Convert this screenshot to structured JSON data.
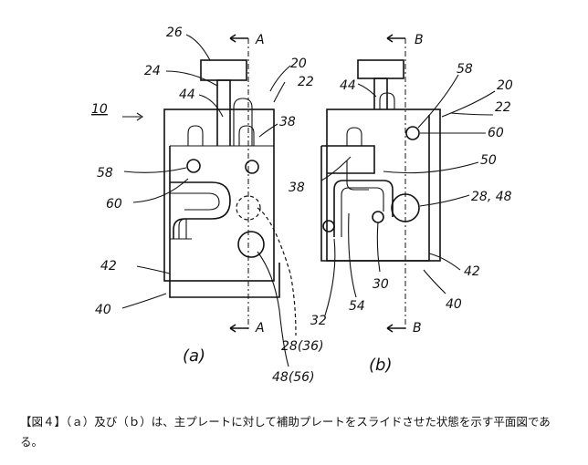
{
  "figure": {
    "labels": {
      "n10": "10",
      "n26": "26",
      "n24": "24",
      "n44a": "44",
      "n20a": "20",
      "n22a": "22",
      "n38a": "38",
      "n58a": "58",
      "n60a": "60",
      "n42a": "42",
      "n40a": "40",
      "n28_36": "28(36)",
      "n48_56": "48(56)",
      "secA_top": "A",
      "secA_bot": "A",
      "part_a": "(a)",
      "n44b": "44",
      "n58b": "58",
      "n20b": "20",
      "n22b": "22",
      "n60b": "60",
      "n50": "50",
      "n38b": "38",
      "n28_48": "28, 48",
      "n30": "30",
      "n54": "54",
      "n32": "32",
      "n42b": "42",
      "n40b": "40",
      "secB_top": "B",
      "secB_bot": "B",
      "part_b": "(b)"
    }
  },
  "caption": "【図４】（ａ）及び（ｂ）は、主プレートに対して補助プレートをスライドさせた状態を示す平面図である。"
}
